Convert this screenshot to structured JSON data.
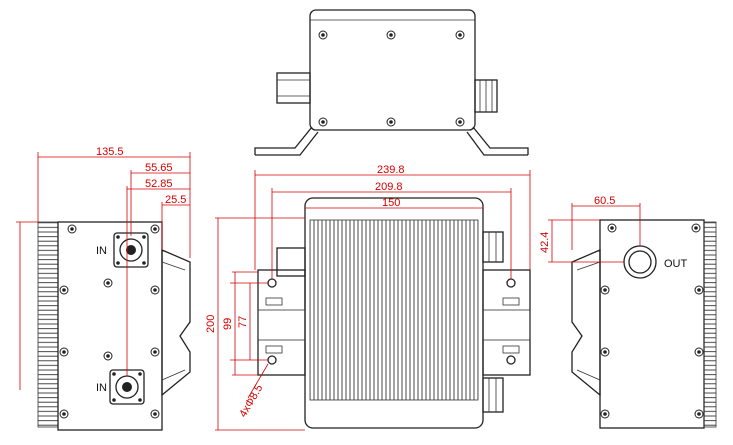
{
  "dimensions": {
    "left_width": "135.5",
    "in_offset_1": "55.65",
    "in_offset_2": "52.85",
    "edge_offset": "25.5",
    "total_length": "239.8",
    "mount_spacing": "209.8",
    "body_length": "150",
    "height_total": "200",
    "height_mid": "99",
    "height_inner": "77",
    "hole_callout": "4xΦ8.5",
    "out_offset_h": "60.5",
    "out_offset_v": "42.4"
  },
  "labels": {
    "in_top": "IN",
    "in_bottom": "IN",
    "out": "OUT"
  },
  "icons": {
    "screw": "screw-icon",
    "connector": "n-type-connector-icon"
  },
  "colors": {
    "dimension": "#d40000",
    "outline": "#222222"
  }
}
